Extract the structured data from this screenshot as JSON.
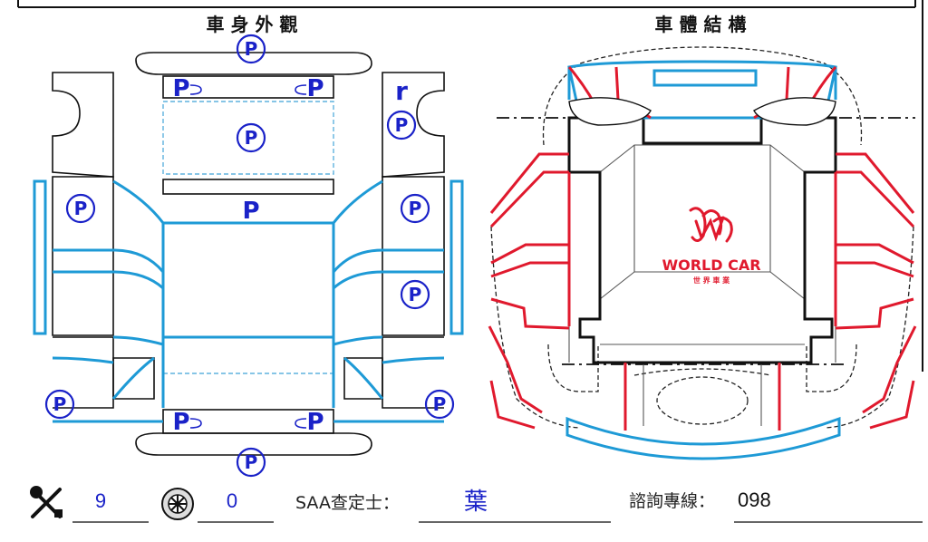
{
  "left_panel": {
    "title": "車 身 外 觀",
    "paint_mark": "P",
    "corner_mark": "r"
  },
  "right_panel": {
    "title": "車 體 結 構",
    "logo_text": "WORLD CAR",
    "logo_subtext": "世 界 車 業"
  },
  "footer": {
    "repair_count": "9",
    "wheel_count": "0",
    "inspector_label": "SAA查定士：",
    "inspector_name": "葉",
    "hotline_label": "諮詢專線：",
    "hotline_number": "098"
  },
  "colors": {
    "blue_part": "#1e9ad6",
    "mark_blue": "#1a22c8",
    "structure_red": "#e0192d",
    "outline": "#111111",
    "dashed_blue": "#5fb2de"
  }
}
